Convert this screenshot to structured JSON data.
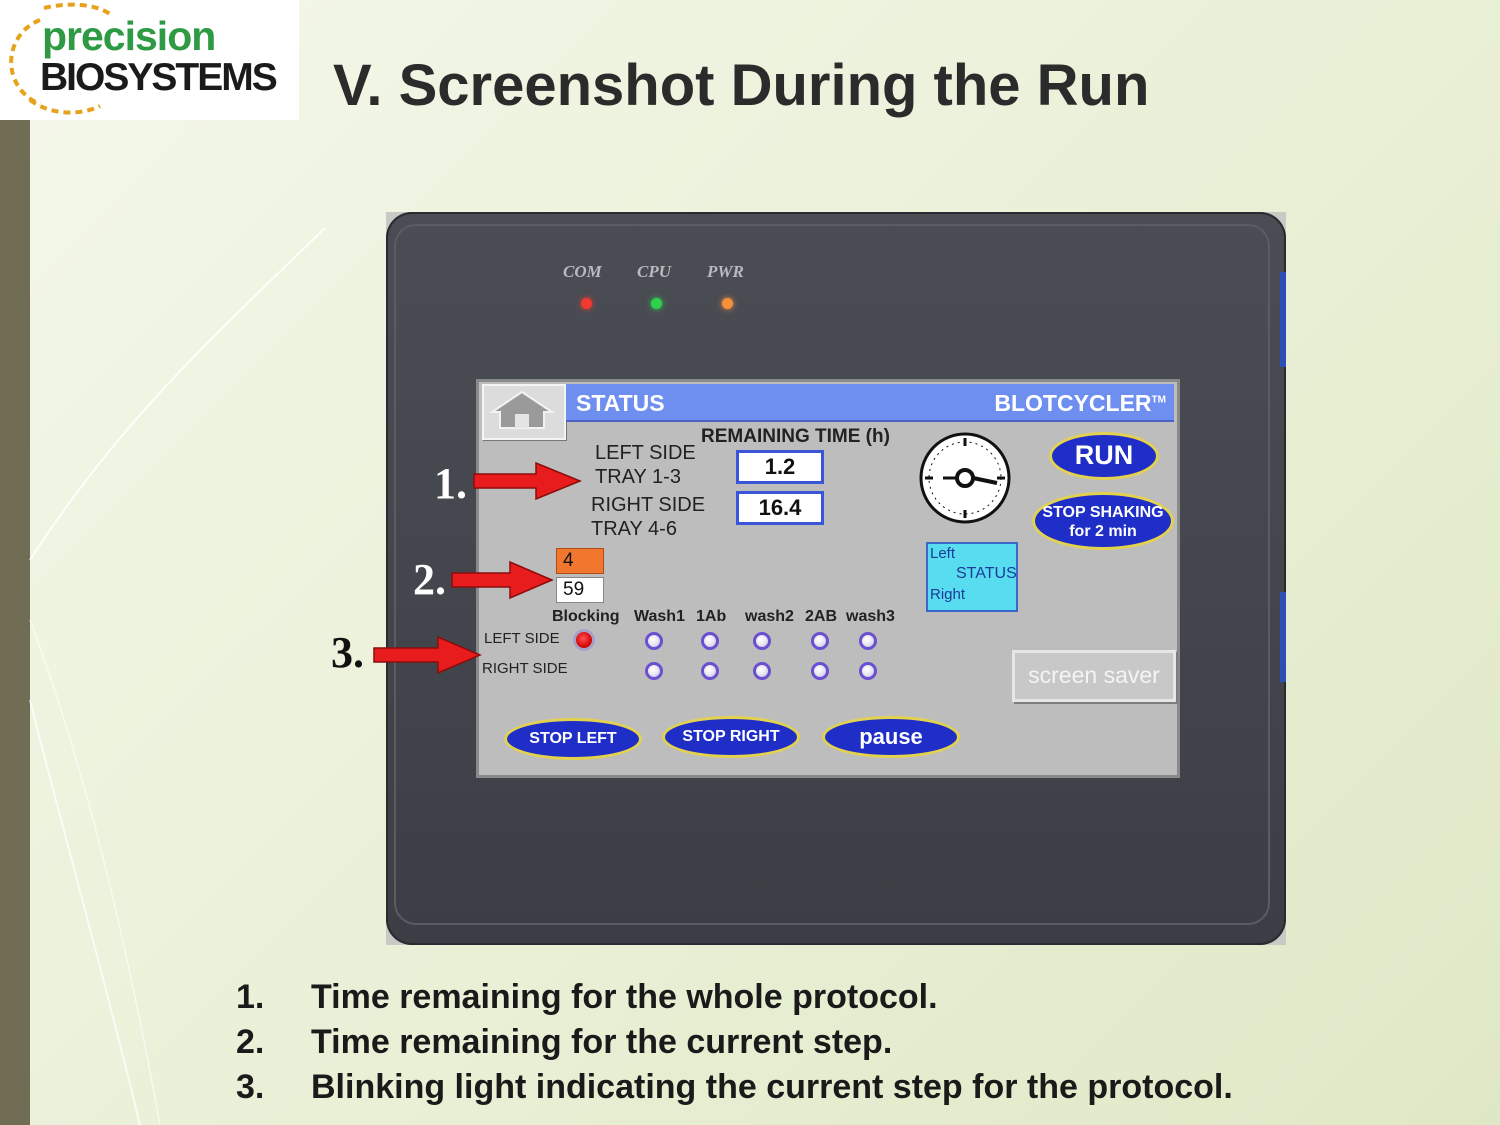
{
  "slide": {
    "title": "V. Screenshot During the Run",
    "logo": {
      "top": "precision",
      "bottom": "BIOSYSTEMS"
    }
  },
  "device": {
    "leds": [
      {
        "label": "COM",
        "color": "#f03a2e"
      },
      {
        "label": "CPU",
        "color": "#2fd04a"
      },
      {
        "label": "PWR",
        "color": "#f7903a"
      }
    ],
    "screen": {
      "header": {
        "status": "STATUS",
        "brand": "BLOTCYCLER",
        "trademark": "TM"
      },
      "remaining_time_label": "REMAINING TIME (h)",
      "left_side": {
        "label": "LEFT SIDE",
        "tray": "TRAY 1-3",
        "time": "1.2"
      },
      "right_side": {
        "label": "RIGHT SIDE",
        "tray": "TRAY 4-6",
        "time": "16.4"
      },
      "run_button": "RUN",
      "stop_shaking": {
        "line1": "STOP SHAKING",
        "line2": "for 2 min"
      },
      "status_toggle": {
        "left": "Left",
        "middle": "STATUS",
        "right": "Right"
      },
      "step_time": {
        "hours": "4",
        "minutes": "59"
      },
      "steps": {
        "headers": [
          "Blocking",
          "Wash1",
          "1Ab",
          "wash2",
          "2AB",
          "wash3"
        ],
        "rows": [
          {
            "label": "LEFT SIDE"
          },
          {
            "label": "RIGHT SIDE"
          }
        ]
      },
      "screen_saver": "screen saver",
      "bottom_buttons": {
        "stop_left": "STOP LEFT",
        "stop_right": "STOP RIGHT",
        "pause": "pause"
      }
    }
  },
  "callouts": [
    "1.",
    "2.",
    "3."
  ],
  "notes": [
    {
      "num": "1.",
      "text": "Time remaining for the whole protocol."
    },
    {
      "num": "2.",
      "text": "Time remaining for the current step."
    },
    {
      "num": "3.",
      "text": "Blinking light indicating the current step for the protocol."
    }
  ],
  "colors": {
    "arrow": "#e81c1c",
    "button_blue": "#1f2ec7",
    "button_rim": "#e3d24e",
    "header_blue": "#6f8ff0",
    "left_bar": "#716c54"
  }
}
